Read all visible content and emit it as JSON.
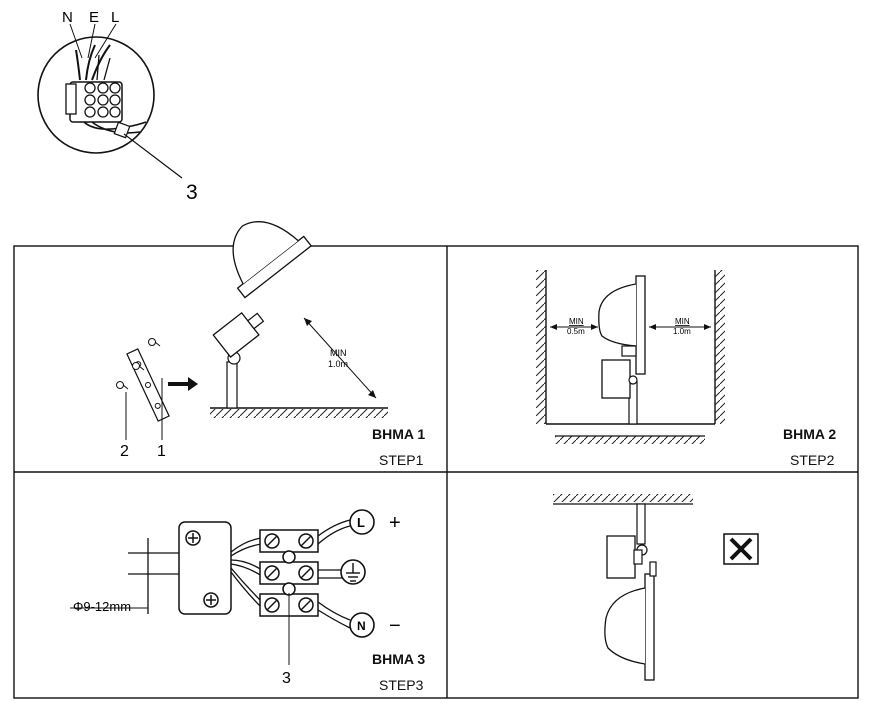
{
  "detail": {
    "wire_labels": [
      "N",
      "E",
      "L"
    ],
    "callout_number": "3"
  },
  "panels": [
    {
      "figure": "BHMA 1",
      "step": "STEP1",
      "callouts": [
        "2",
        "1"
      ],
      "distance": {
        "line1": "MIN",
        "line2": "1.0m"
      }
    },
    {
      "figure": "BHMA 2",
      "step": "STEP2",
      "left_distance": {
        "line1": "MIN",
        "line2": "0.5m"
      },
      "right_distance": {
        "line1": "MIN",
        "line2": "1.0m"
      }
    },
    {
      "figure": "BHMA 3",
      "step": "STEP3",
      "cable_diameter": "Φ9-12mm",
      "terminal_L": "L",
      "terminal_N": "N",
      "plus_sign": "+",
      "minus_sign": "−",
      "callout": "3"
    },
    {
      "figure": "",
      "step": ""
    }
  ]
}
